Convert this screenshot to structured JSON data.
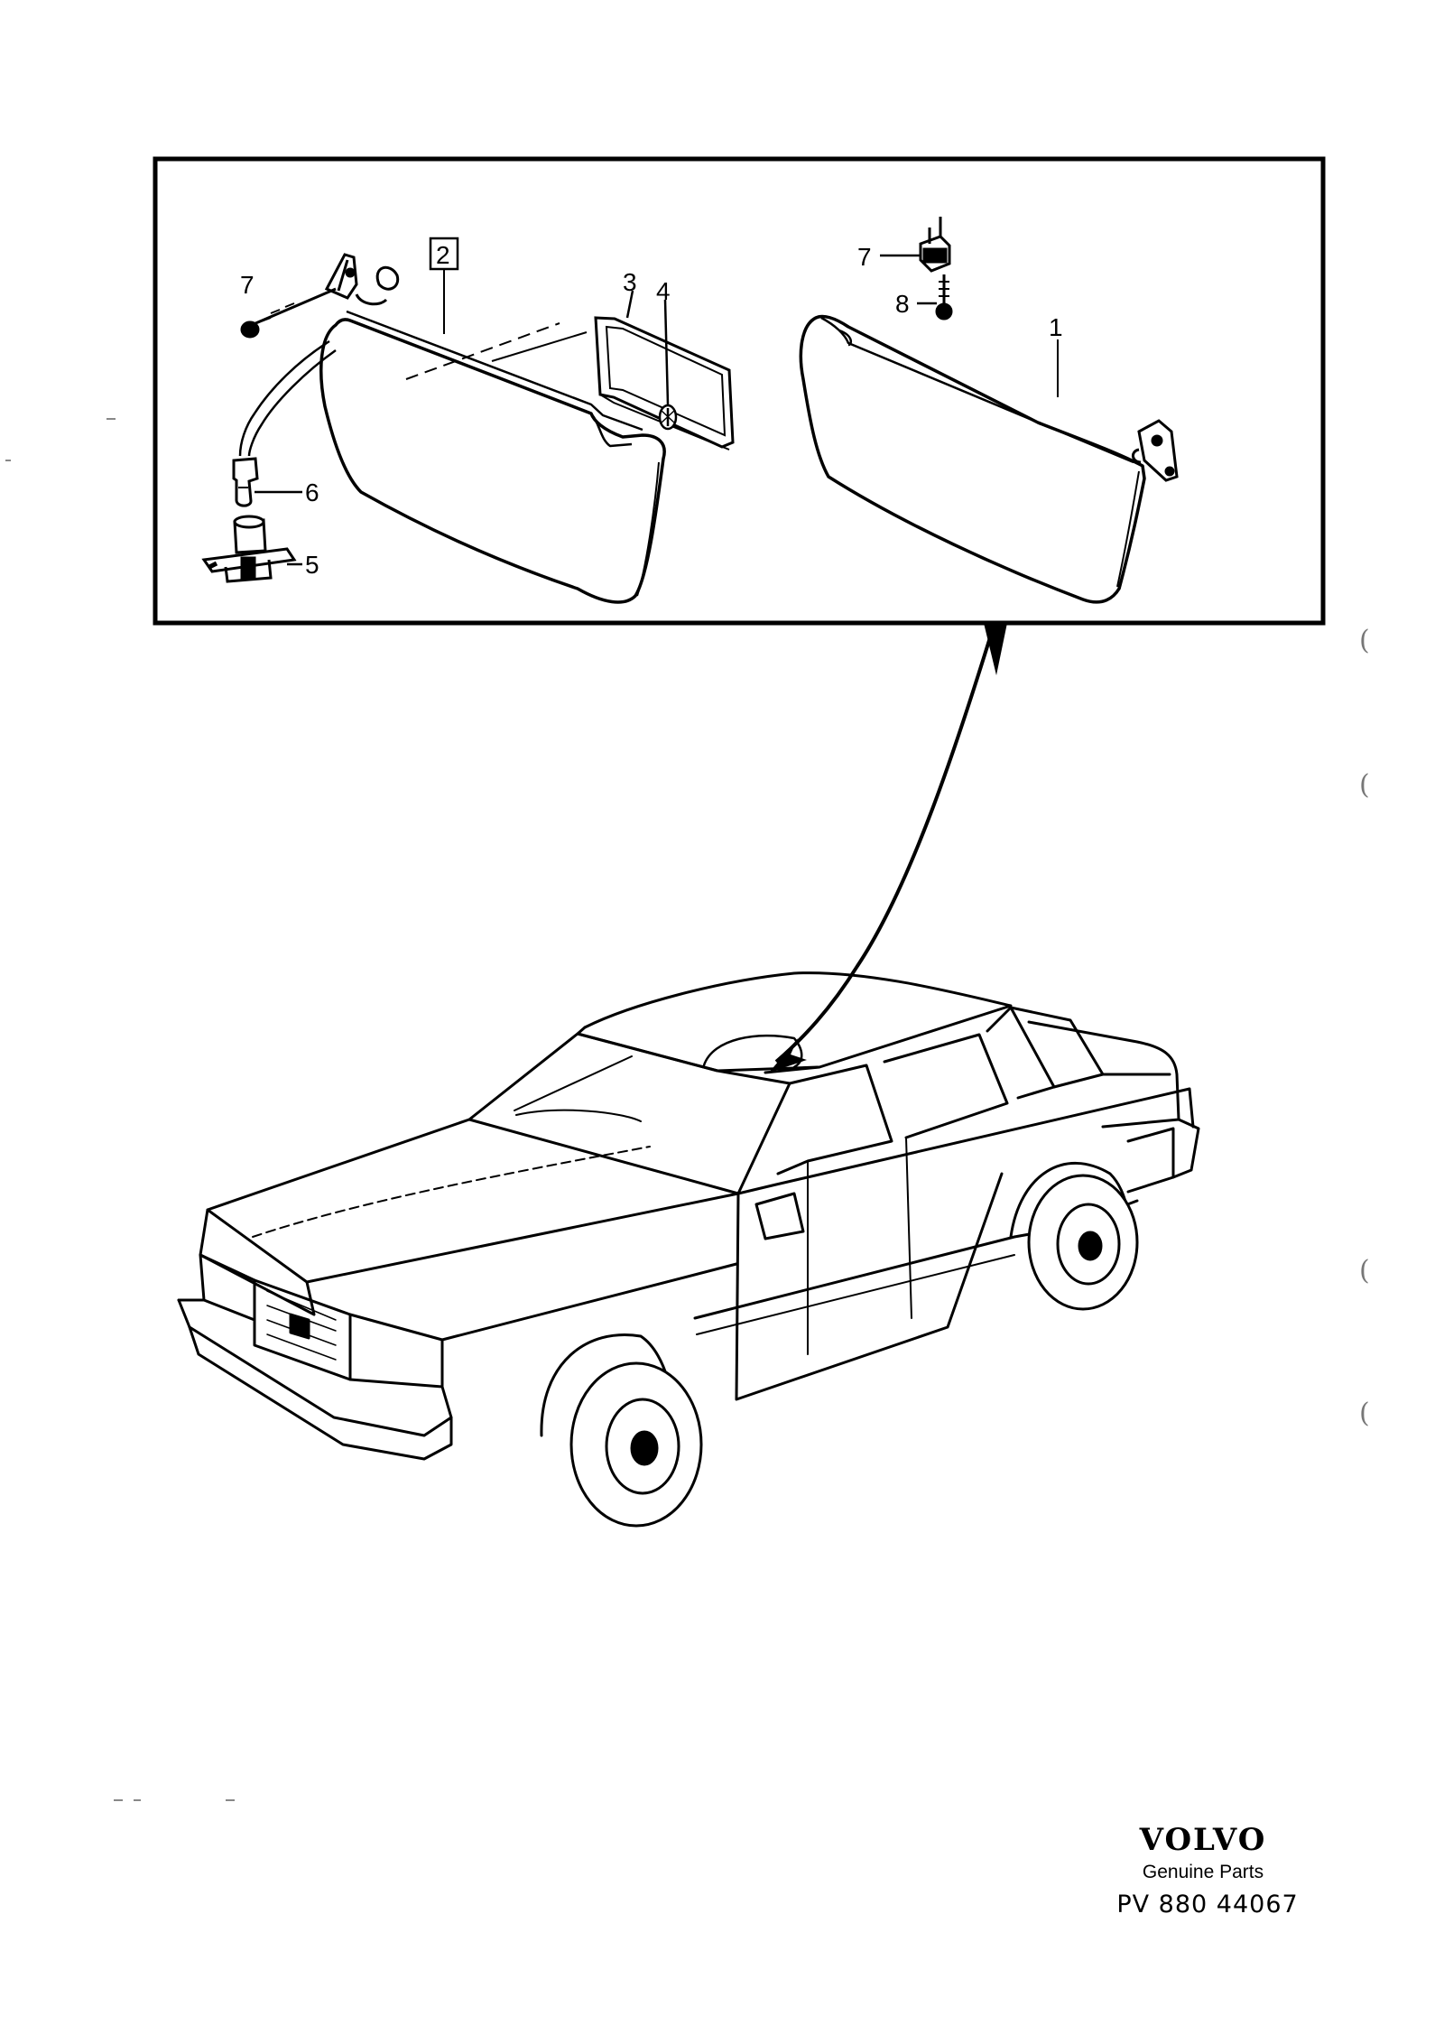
{
  "callouts": {
    "c1": "1",
    "c2": "2",
    "c3": "3",
    "c4": "4",
    "c5": "5",
    "c6": "6",
    "c7_left": "7",
    "c7_right": "7",
    "c8": "8"
  },
  "footer": {
    "brand": "VOLVO",
    "subtitle": "Genuine Parts",
    "doc_code": "PV 880 44067"
  },
  "margin_marks": [
    "(",
    "(",
    "(",
    "("
  ],
  "colors": {
    "ink": "#000000",
    "paper": "#ffffff"
  },
  "icons": {
    "left_visor": "sun-visor-with-mirror",
    "right_visor": "sun-visor",
    "mirror": "vanity-mirror",
    "bulb": "bulb",
    "switch": "light-switch",
    "connector": "connector",
    "screw": "screw",
    "bracket": "visor-bracket",
    "car": "sedan-car"
  }
}
